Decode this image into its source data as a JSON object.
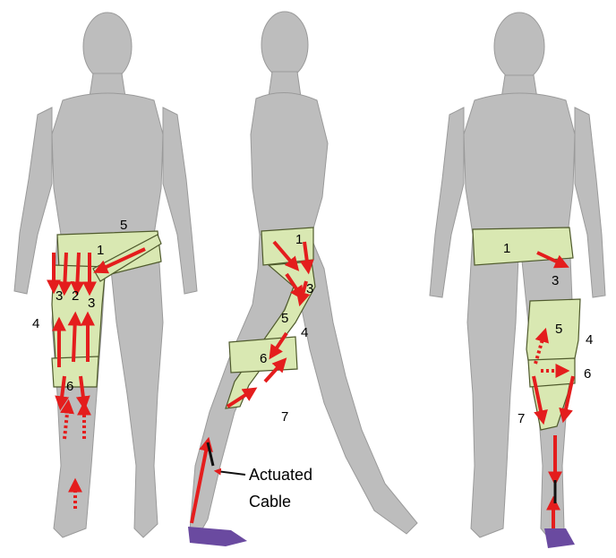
{
  "colors": {
    "body": "#bdbdbd",
    "body_edge": "#9a9a9a",
    "suit": "#d9e8b2",
    "suit_edge": "#4f5a2c",
    "arrow": "#e41d1d",
    "shoe": "#6a4aa0",
    "cable": "#111111"
  },
  "figures": [
    {
      "view": "front",
      "labels": [
        "1",
        "5",
        "3",
        "2",
        "3",
        "4",
        "6"
      ]
    },
    {
      "view": "side",
      "labels": [
        "1",
        "3",
        "5",
        "4",
        "6",
        "7"
      ]
    },
    {
      "view": "back",
      "labels": [
        "1",
        "3",
        "5",
        "4",
        "6",
        "7"
      ]
    }
  ],
  "annotation": {
    "line1": "Actuated",
    "line2": "Cable"
  }
}
